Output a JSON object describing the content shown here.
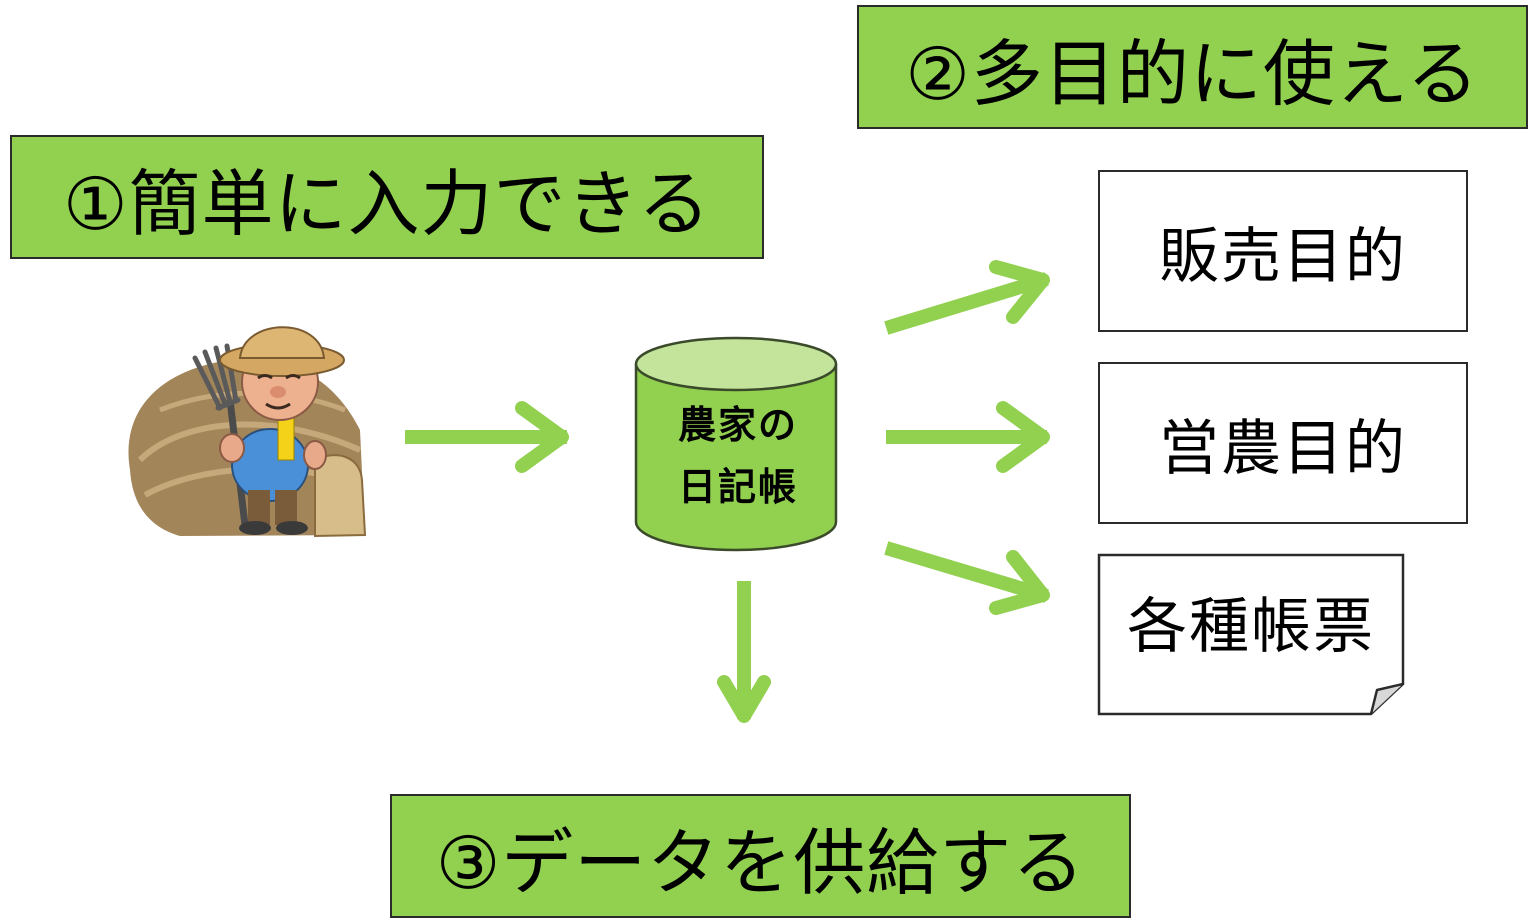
{
  "labels": {
    "easy_input": "①簡単に入力できる",
    "multi_purpose": "②多目的に使える",
    "supply_data": "③データを供給する"
  },
  "database": {
    "line1": "農家の",
    "line2": "日記帳"
  },
  "outputs": {
    "sales": "販売目的",
    "farming": "営農目的",
    "forms": "各種帳票"
  },
  "colors": {
    "label_fill": "#92d050",
    "arrow": "#92d050",
    "cylinder_body": "#92d050",
    "cylinder_top": "#c4e39b"
  },
  "icons": {
    "farmer": "farmer-illustration",
    "database": "database-cylinder",
    "document": "document-with-folded-corner"
  }
}
